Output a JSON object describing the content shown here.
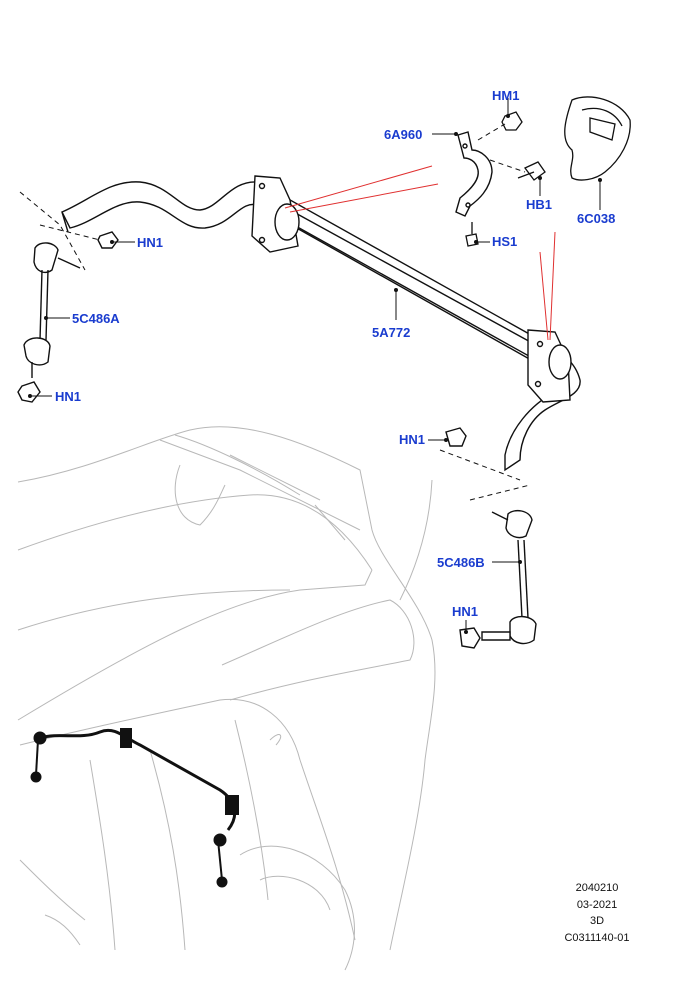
{
  "callouts": {
    "hm1": "HM1",
    "a6a960": "6A960",
    "hb1": "HB1",
    "c6c038": "6C038",
    "hs1": "HS1",
    "hn1_top": "HN1",
    "c5c486a": "5C486A",
    "a5a772": "5A772",
    "hn1_left": "HN1",
    "hn1_mid": "HN1",
    "c5c486b": "5C486B",
    "hn1_bottom": "HN1"
  },
  "footer": {
    "code": "2040210",
    "date": "03-2021",
    "view": "3D",
    "ref": "C0311140-01"
  },
  "colors": {
    "callout_text": "#1a3ccf",
    "line": "#111111",
    "vehicle_outline": "#b8b8b8",
    "guide_line": "#e03030"
  }
}
